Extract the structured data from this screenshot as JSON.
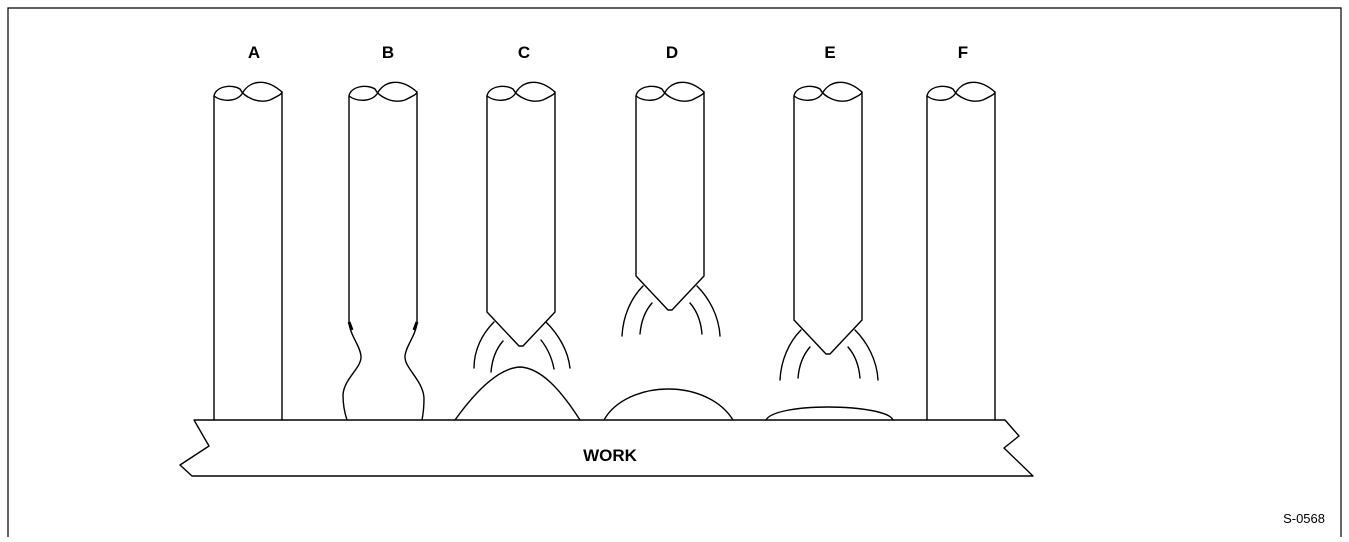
{
  "electrodes": [
    {
      "label": "A"
    },
    {
      "label": "B"
    },
    {
      "label": "C"
    },
    {
      "label": "D"
    },
    {
      "label": "E"
    },
    {
      "label": "F"
    }
  ],
  "work_label": "WORK",
  "figure_code": "S-0568"
}
